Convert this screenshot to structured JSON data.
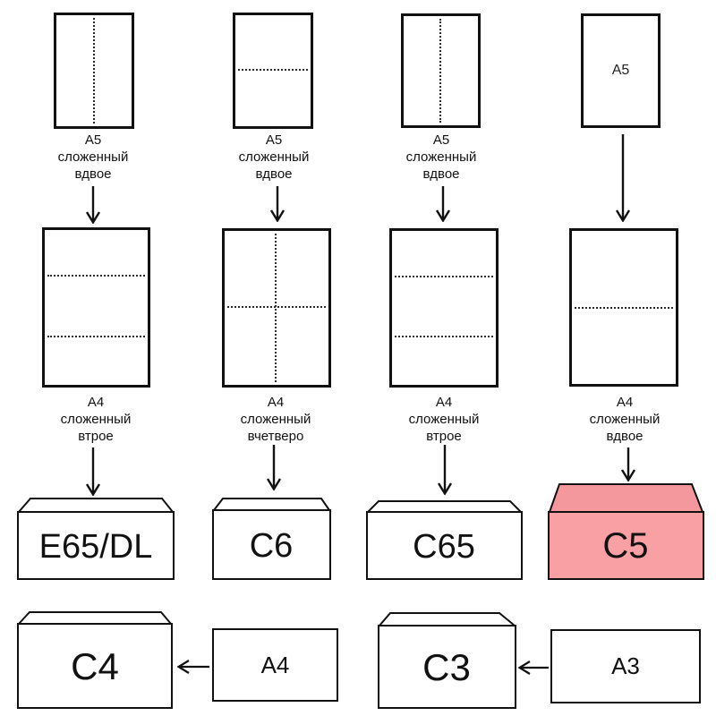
{
  "columns": [
    {
      "top_label": "А5\nсложенный\nвдвое",
      "mid_label": "А4\nсложенный\nвтрое",
      "envelope": "E65/DL"
    },
    {
      "top_label": "А5\nсложенный\nвдвое",
      "mid_label": "А4\nсложенный\nвчетверо",
      "envelope": "C6"
    },
    {
      "top_label": "А5\nсложенный\nвдвое",
      "mid_label": "А4\nсложенный\nвтрое",
      "envelope": "C65"
    },
    {
      "sheet_label": "А5",
      "mid_label": "А4\nсложенный\nвдвое",
      "envelope": "C5"
    }
  ],
  "bottom_row": [
    {
      "envelope": "C4",
      "source_sheet": "А4"
    },
    {
      "envelope": "C3",
      "source_sheet": "А3"
    }
  ],
  "colors": {
    "highlight_body": "#f9a0a5",
    "highlight_flap": "#f5989e",
    "outline": "#111111",
    "background": "#ffffff"
  }
}
